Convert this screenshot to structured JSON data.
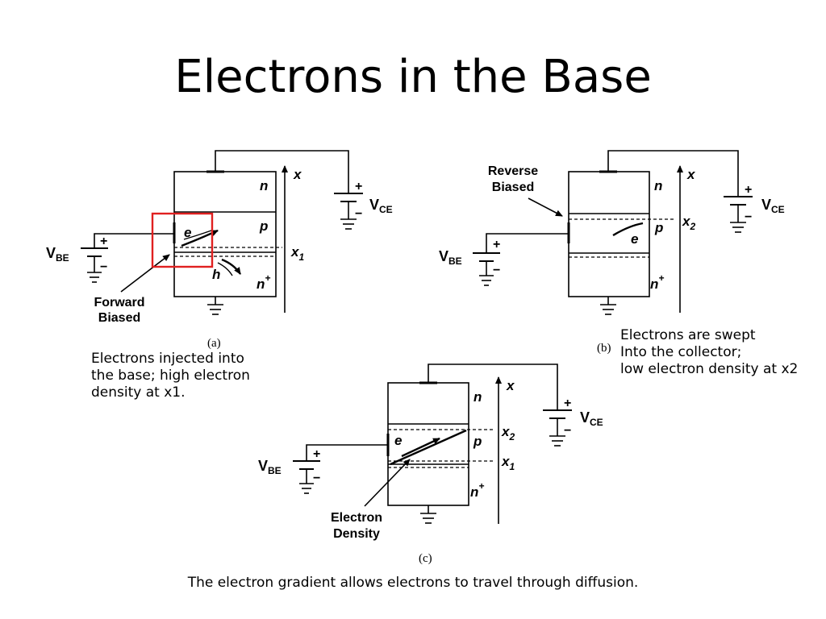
{
  "slide": {
    "title": "Electrons in the Base",
    "caption_a": [
      "Electrons injected into",
      "the base; high electron",
      "density at x1."
    ],
    "caption_b": [
      "Electrons are swept",
      "Into the collector;",
      "low electron density at x2"
    ],
    "caption_c": "The electron gradient allows electrons to travel through diffusion."
  },
  "diagram": {
    "panel_a": {
      "fig_label": "(a)",
      "region_n": "n",
      "region_p": "p",
      "region_n_plus": "n",
      "plus_sup": "+",
      "axis_x": "x",
      "pos_x1": "x",
      "pos_x1_sub": "1",
      "vbe": "V",
      "vbe_sub": "BE",
      "vce": "V",
      "vce_sub": "CE",
      "electron": "e",
      "hole": "h",
      "forward_biased": [
        "Forward",
        "Biased"
      ],
      "highlight_color": "#e02020"
    },
    "panel_b": {
      "fig_label": "(b)",
      "region_n": "n",
      "region_p": "p",
      "region_n_plus": "n",
      "plus_sup": "+",
      "axis_x": "x",
      "pos_x2": "x",
      "pos_x2_sub": "2",
      "vbe": "V",
      "vbe_sub": "BE",
      "vce": "V",
      "vce_sub": "CE",
      "electron": "e",
      "reverse_biased": [
        "Reverse",
        "Biased"
      ]
    },
    "panel_c": {
      "fig_label": "(c)",
      "region_n": "n",
      "region_p": "p",
      "region_n_plus": "n",
      "plus_sup": "+",
      "axis_x": "x",
      "pos_x1": "x",
      "pos_x1_sub": "1",
      "pos_x2": "x",
      "pos_x2_sub": "2",
      "vbe": "V",
      "vbe_sub": "BE",
      "vce": "V",
      "vce_sub": "CE",
      "electron": "e",
      "electron_density": [
        "Electron",
        "Density"
      ]
    },
    "battery_plus": "+",
    "battery_minus": "−"
  }
}
